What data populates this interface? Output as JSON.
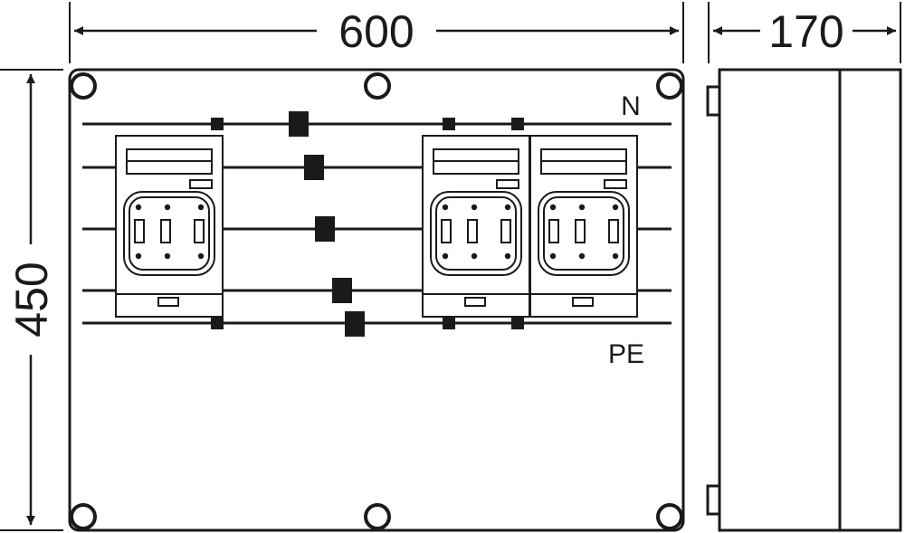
{
  "dimensions": {
    "width_label": "600",
    "depth_label": "170",
    "height_label": "450"
  },
  "busbar_labels": {
    "neutral": "N",
    "protective_earth": "PE"
  },
  "fuse_switch_count": 3,
  "colors": {
    "line": "#1a1a1a",
    "background": "#ffffff"
  }
}
